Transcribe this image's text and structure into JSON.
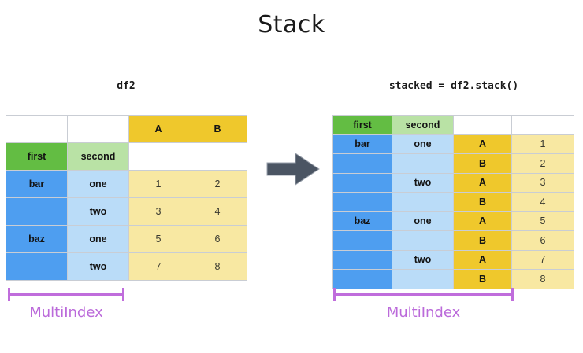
{
  "title": "Stack",
  "captions": {
    "left": "df2",
    "right": "stacked = df2.stack()"
  },
  "colors": {
    "gold": "#efc82c",
    "pale_yellow": "#f8e8a2",
    "green": "#63bd43",
    "light_green": "#b9e2a5",
    "blue": "#4e9ef0",
    "light_blue": "#badcf8",
    "arrow": "#4b5563",
    "multiindex_purple": "#c06ddc",
    "border": "#c9cdd4"
  },
  "left_table": {
    "name": "df2",
    "column_headers": [
      "A",
      "B"
    ],
    "index_names": [
      "first",
      "second"
    ],
    "rows": [
      {
        "first": "bar",
        "second": "one",
        "A": "1",
        "B": "2"
      },
      {
        "first": "",
        "second": "two",
        "A": "3",
        "B": "4"
      },
      {
        "first": "baz",
        "second": "one",
        "A": "5",
        "B": "6"
      },
      {
        "first": "",
        "second": "two",
        "A": "7",
        "B": "8"
      }
    ]
  },
  "right_table": {
    "name": "stacked",
    "index_names": [
      "first",
      "second"
    ],
    "blank_headers": [
      "",
      ""
    ],
    "rows": [
      {
        "first": "bar",
        "second": "one",
        "level": "A",
        "value": "1"
      },
      {
        "first": "",
        "second": "",
        "level": "B",
        "value": "2"
      },
      {
        "first": "",
        "second": "two",
        "level": "A",
        "value": "3"
      },
      {
        "first": "",
        "second": "",
        "level": "B",
        "value": "4"
      },
      {
        "first": "baz",
        "second": "one",
        "level": "A",
        "value": "5"
      },
      {
        "first": "",
        "second": "",
        "level": "B",
        "value": "6"
      },
      {
        "first": "",
        "second": "two",
        "level": "A",
        "value": "7"
      },
      {
        "first": "",
        "second": "",
        "level": "B",
        "value": "8"
      }
    ]
  },
  "annotations": {
    "left_multiindex": "MultiIndex",
    "right_multiindex": "MultiIndex",
    "arrow_icon": "right-arrow-icon"
  }
}
